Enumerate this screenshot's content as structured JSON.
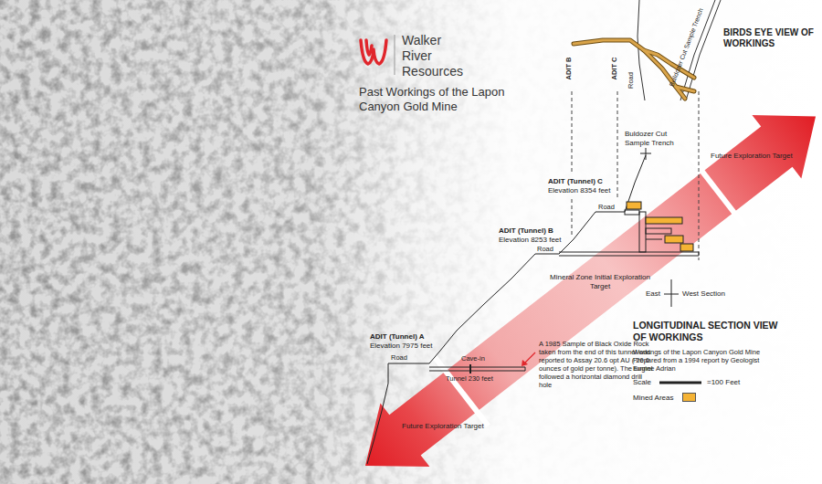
{
  "diagram": {
    "title": "Past Workings of the Lapon Canyon Gold Mine",
    "labels": [
      "Walker River Resources",
      "BIRDS EYE VIEW OF WORKINGS",
      "ADIT B",
      "ADIT C",
      "Road",
      "Bulldozer Cut Sample Trench",
      "Buldozer Cut Sample Trench",
      "Future Exploration Target",
      "ADIT (Tunnel) C",
      "Elevation 8354 feet",
      "Road",
      "ADIT (Tunnel) B",
      "Elevation 8253 feet",
      "Road",
      "Mineral Zone Initial Exploration Target",
      "East",
      "West Section",
      "LONGITUDINAL SECTION VIEW OF WORKINGS",
      "Workings of the Lapon Canyon Gold Mine Prepared from a 1994 report by Geologist Eugine Adrian",
      "Scale",
      "=100 Feet",
      "ADIT (Tunnel) A",
      "Elevation 7975 feet",
      "Road",
      "Cave-in",
      "Tunnel 230 feet",
      "A 1985 Sample of Black Oxide Rock taken from the end of this tunnel was reported to Assay 20.6 opt AU ( 20.6 ounces of gold per tonne). The tunnel followed a horizontal diamond drill hole",
      "Future Exploration Target"
    ],
    "legend": [
      {
        "text": "Mined Areas",
        "color": "#f5b335"
      }
    ]
  }
}
